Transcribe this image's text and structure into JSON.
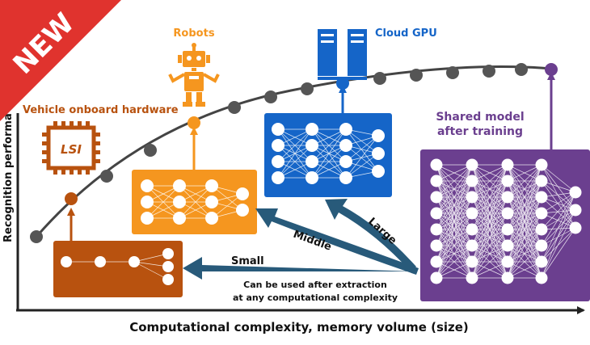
{
  "banner": {
    "label": "NEW",
    "color": "#e0332e"
  },
  "axes": {
    "xlabel": "Computational complexity, memory volume (size)",
    "ylabel": "Recognition performa"
  },
  "labels": {
    "robots": "Robots",
    "cloud_gpu": "Cloud GPU",
    "vehicle": "Vehicle onboard hardware",
    "lsi": "LSI",
    "shared_model_line1": "Shared model",
    "shared_model_line2": "after training",
    "arrow_small": "Small",
    "arrow_middle": "Middle",
    "arrow_large": "Large",
    "note_line1": "Can be used after extraction",
    "note_line2": "at any computational complexity"
  },
  "colors": {
    "vehicle": "#b8520f",
    "robots": "#f5961f",
    "cloud": "#1565c8",
    "shared": "#6b3f8f",
    "arrow": "#285a7a",
    "curve": "#444444",
    "dot": "#555555"
  },
  "icons": [
    "robot-icon",
    "server-icon",
    "lsi-chip-icon"
  ]
}
